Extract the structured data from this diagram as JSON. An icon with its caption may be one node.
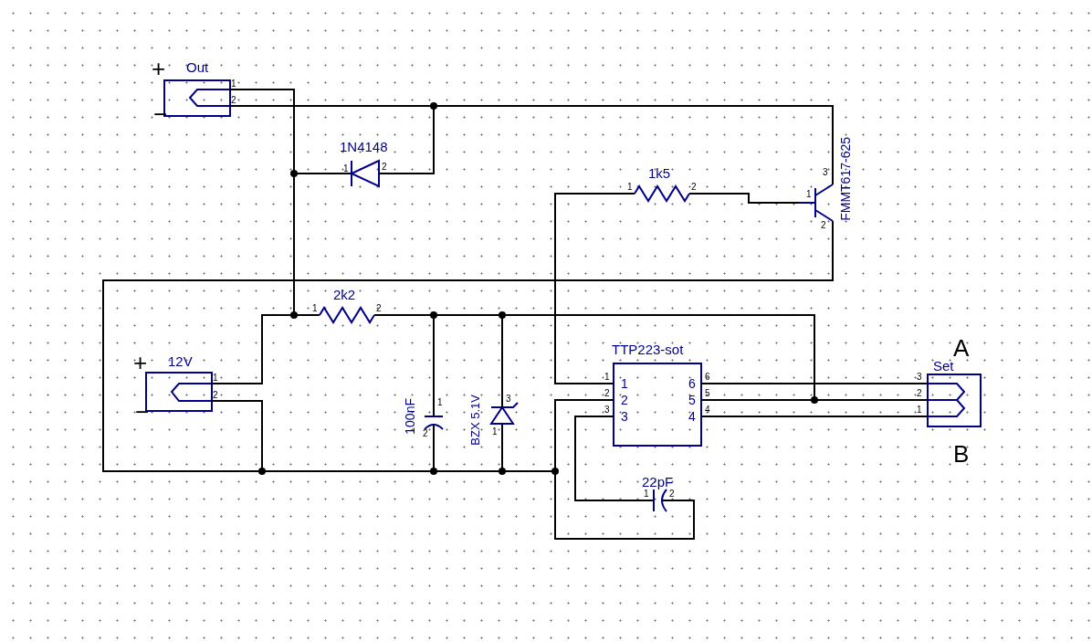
{
  "diagram": {
    "nodes": [
      {
        "text": [
          "Out",
          "+",
          "−",
          "1",
          "2"
        ]
      },
      {
        "text": [
          "1N4148",
          "1",
          "2"
        ]
      },
      {
        "text": [
          "1k5",
          "1",
          "2"
        ]
      },
      {
        "text": [
          "FMMT617-625",
          "3",
          "1",
          "2"
        ]
      },
      {
        "text": [
          "12V",
          "+",
          "−",
          "1",
          "2"
        ]
      },
      {
        "text": [
          "2k2",
          "1",
          "2"
        ]
      },
      {
        "text": [
          "100nF",
          "1",
          "2"
        ]
      },
      {
        "text": [
          "BZX 5.1V",
          "3",
          "1"
        ]
      },
      {
        "text": [
          "TTP223-sot",
          "1",
          "2",
          "3",
          "6",
          "5",
          "4",
          "1",
          "2",
          "3",
          "6",
          "5",
          "4"
        ]
      },
      {
        "text": [
          "Set",
          "3",
          "2",
          "1"
        ]
      },
      {
        "text": [
          "22pF",
          "1",
          "2"
        ]
      }
    ],
    "edges": [
      {
        "from": 0,
        "to": 1,
        "arrow": "none"
      },
      {
        "from": 0,
        "to": 5,
        "arrow": "none"
      },
      {
        "from": 4,
        "to": 5,
        "arrow": "none"
      },
      {
        "from": 1,
        "to": 0,
        "arrow": "none"
      },
      {
        "from": 0,
        "to": 3,
        "arrow": "none"
      },
      {
        "from": 8,
        "to": 2,
        "arrow": "none"
      },
      {
        "from": 2,
        "to": 3,
        "arrow": "none"
      },
      {
        "from": 3,
        "to": 4,
        "arrow": "none"
      },
      {
        "from": 4,
        "to": 6,
        "arrow": "none"
      },
      {
        "from": 6,
        "to": 7,
        "arrow": "none"
      },
      {
        "from": 7,
        "to": 8,
        "arrow": "none"
      },
      {
        "from": 8,
        "to": 10,
        "arrow": "none"
      },
      {
        "from": 5,
        "to": 6,
        "arrow": "none"
      },
      {
        "from": 5,
        "to": 7,
        "arrow": "none"
      },
      {
        "from": 5,
        "to": 9,
        "arrow": "none"
      },
      {
        "from": 8,
        "to": 9,
        "arrow": "none"
      },
      {
        "from": 8,
        "to": 9,
        "arrow": "none"
      },
      {
        "from": 8,
        "to": 9,
        "arrow": "none"
      },
      {
        "from": 8,
        "to": 10,
        "arrow": "none"
      }
    ],
    "labels": [
      "A",
      "B"
    ]
  }
}
